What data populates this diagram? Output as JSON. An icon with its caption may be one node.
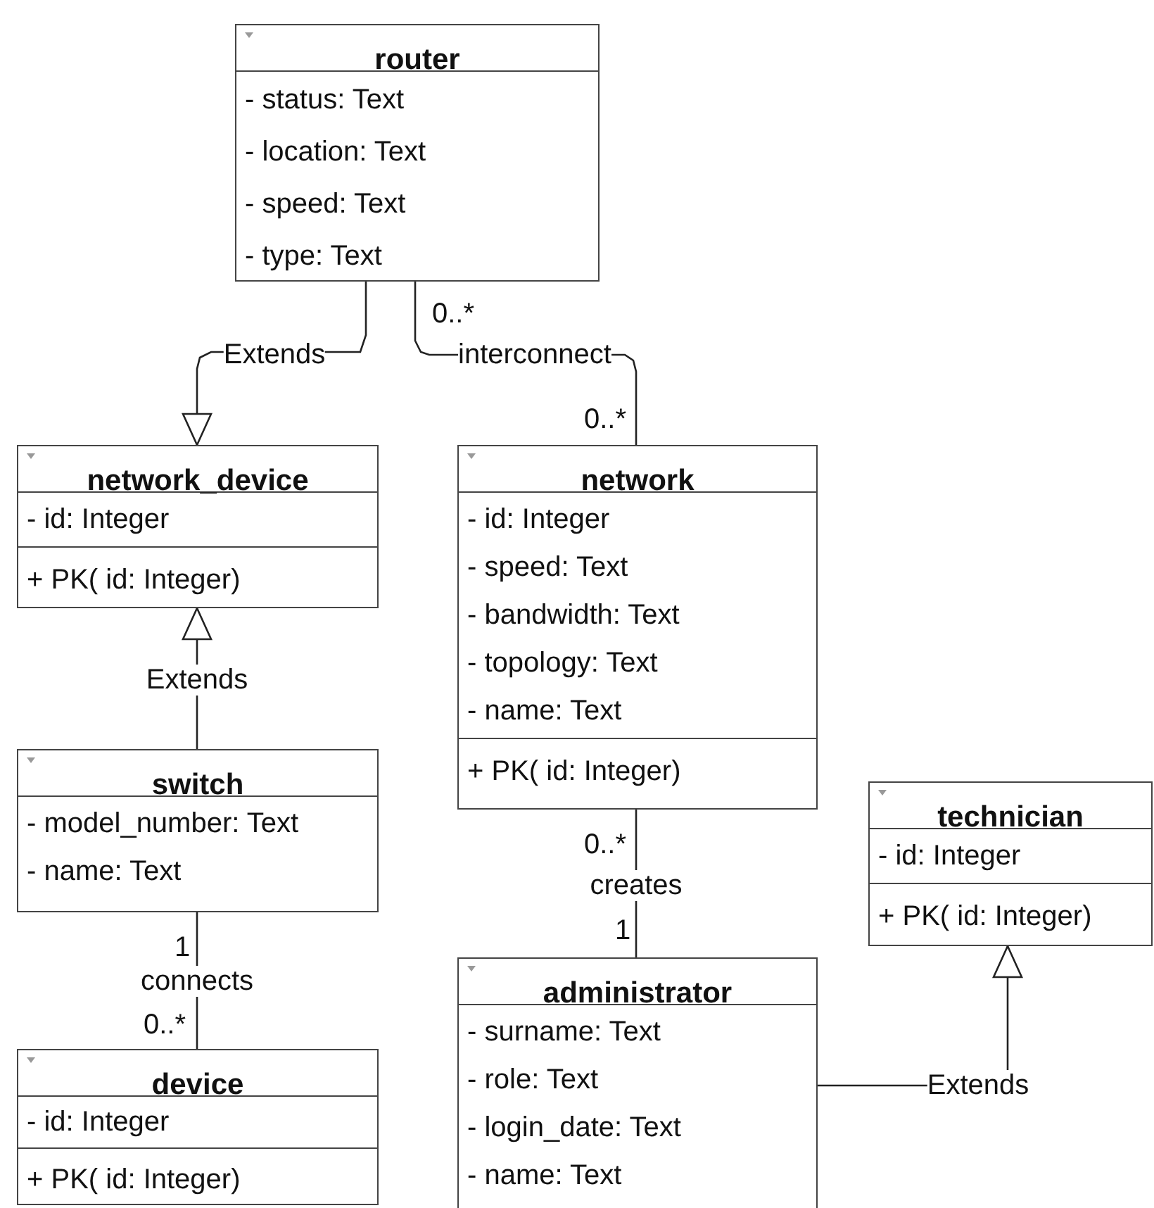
{
  "diagram": {
    "nodes": [
      {
        "text": [
          "router",
          "- status: Text",
          "- location: Text",
          "- speed: Text",
          "- type: Text"
        ]
      },
      {
        "text": [
          "network_device",
          "- id: Integer",
          "+ PK( id: Integer)"
        ]
      },
      {
        "text": [
          "network",
          "- id: Integer",
          "- speed: Text",
          "- bandwidth: Text",
          "- topology: Text",
          "- name: Text",
          "+ PK( id: Integer)"
        ]
      },
      {
        "text": [
          "switch",
          "- model_number: Text",
          "- name: Text"
        ]
      },
      {
        "text": [
          "technician",
          "- id: Integer",
          "+ PK( id: Integer)"
        ]
      },
      {
        "text": [
          "device",
          "- id: Integer",
          "+ PK( id: Integer)"
        ]
      },
      {
        "text": [
          "administrator",
          "- surname: Text",
          "- role: Text",
          "- login_date: Text",
          "- name: Text"
        ]
      }
    ],
    "edges": [
      {
        "from": 0,
        "to": 1,
        "arrow": "to",
        "label": "Extends"
      },
      {
        "from": 0,
        "to": 2,
        "arrow": "none",
        "label": "interconnect"
      },
      {
        "from": 3,
        "to": 1,
        "arrow": "to",
        "label": "Extends"
      },
      {
        "from": 3,
        "to": 5,
        "arrow": "none",
        "label": "connects"
      },
      {
        "from": 2,
        "to": 6,
        "arrow": "none",
        "label": "creates"
      },
      {
        "from": 6,
        "to": 4,
        "arrow": "to",
        "label": "Extends"
      }
    ],
    "labels": [
      "0..*",
      "0..*",
      "1",
      "0..*",
      "0..*",
      "1"
    ]
  }
}
